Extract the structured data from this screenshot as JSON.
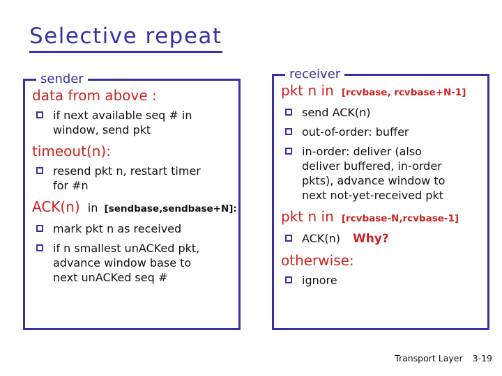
{
  "slide": {
    "title": "Selective repeat",
    "footer": {
      "label": "Transport Layer",
      "page": "3-19"
    }
  },
  "colors": {
    "accent_blue": "#3333a3",
    "accent_red": "#cc2222",
    "body_text": "#111111",
    "background": "#ffffff"
  },
  "icons": {
    "bullet": "hollow-square-bullet-icon"
  },
  "sender_box": {
    "label": "sender",
    "heading1": "data from above :",
    "bullet1": "if next available seq # in\nwindow, send pkt",
    "heading2": "timeout(n):",
    "bullet2": "resend pkt n, restart timer\nfor #n",
    "heading3_main": "ACK(n)",
    "heading3_mid": "in",
    "heading3_bracket": "[sendbase,sendbase+N]:",
    "bullet3": "mark pkt n as received",
    "bullet4": "if n smallest unACKed pkt,\nadvance window base to\nnext unACKed seq #"
  },
  "receiver_box": {
    "label": "receiver",
    "heading1_main": "pkt n in",
    "heading1_bracket": "[rcvbase, rcvbase+N-1]",
    "bullet1": "send ACK(n)",
    "bullet2": "out-of-order: buffer",
    "bullet3": "in-order: deliver (also\ndeliver buffered, in-order\npkts), advance window to\nnext not-yet-received pkt",
    "heading2_main": "pkt n in",
    "heading2_bracket": "[rcvbase-N,rcvbase-1]",
    "bullet4_text": "ACK(n)",
    "bullet4_why": "Why?",
    "heading3": "otherwise:",
    "bullet5": "ignore"
  }
}
